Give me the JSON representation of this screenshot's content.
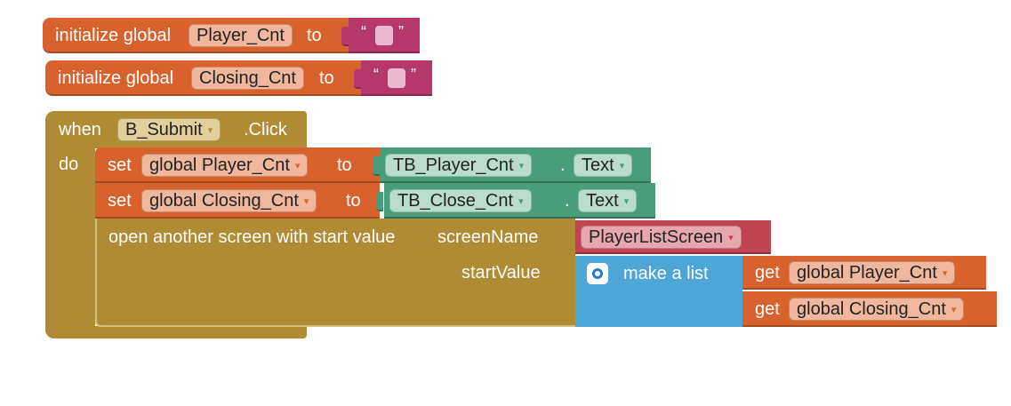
{
  "init1": {
    "prefix": "initialize global",
    "name": "Player_Cnt",
    "to": "to",
    "open_quote": "“",
    "close_quote": "”"
  },
  "init2": {
    "prefix": "initialize global",
    "name": "Closing_Cnt",
    "to": "to",
    "open_quote": "“",
    "close_quote": "”"
  },
  "event": {
    "when": "when",
    "component": "B_Submit",
    "event": ".Click",
    "do": "do"
  },
  "set1": {
    "set": "set",
    "var": "global Player_Cnt",
    "to": "to",
    "component": "TB_Player_Cnt",
    "dot": ".",
    "property": "Text"
  },
  "set2": {
    "set": "set",
    "var": "global Closing_Cnt",
    "to": "to",
    "component": "TB_Close_Cnt",
    "dot": ".",
    "property": "Text"
  },
  "open_screen": {
    "label": "open another screen with start value",
    "screen_name_label": "screenName",
    "screen_name": "PlayerListScreen",
    "start_value_label": "startValue"
  },
  "make_list": {
    "label": "make a list"
  },
  "get1": {
    "get": "get",
    "var": "global Player_Cnt"
  },
  "get2": {
    "get": "get",
    "var": "global Closing_Cnt"
  },
  "dropdown_arrow": "▾",
  "colors": {
    "variables": "#d8622e",
    "text": "#b6376b",
    "components": "#4a9d7a",
    "control": "#b08a34",
    "lists": "#4ea6d6",
    "screen": "#c04452"
  }
}
